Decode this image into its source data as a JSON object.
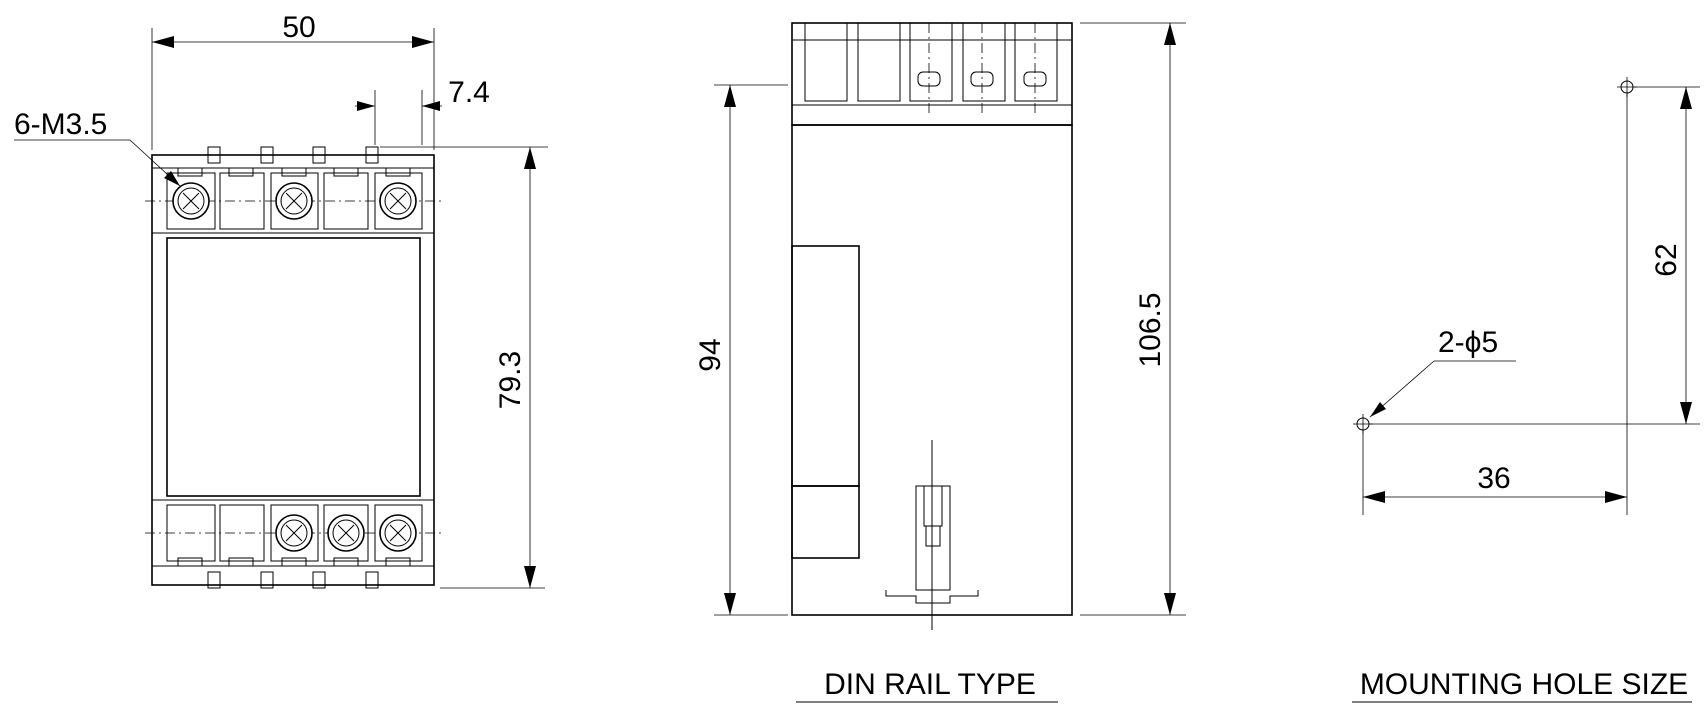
{
  "front_view": {
    "width_dim": "50",
    "pitch_dim": "7.4",
    "screw_label": "6-M3.5",
    "height_dim": "79.3"
  },
  "side_view": {
    "body_dim": "94",
    "total_dim": "106.5",
    "caption": "DIN RAIL TYPE"
  },
  "mounting_view": {
    "vertical_dim": "62",
    "hole_label": "2-ϕ5",
    "horizontal_dim": "36",
    "caption": "MOUNTING HOLE SIZE"
  }
}
